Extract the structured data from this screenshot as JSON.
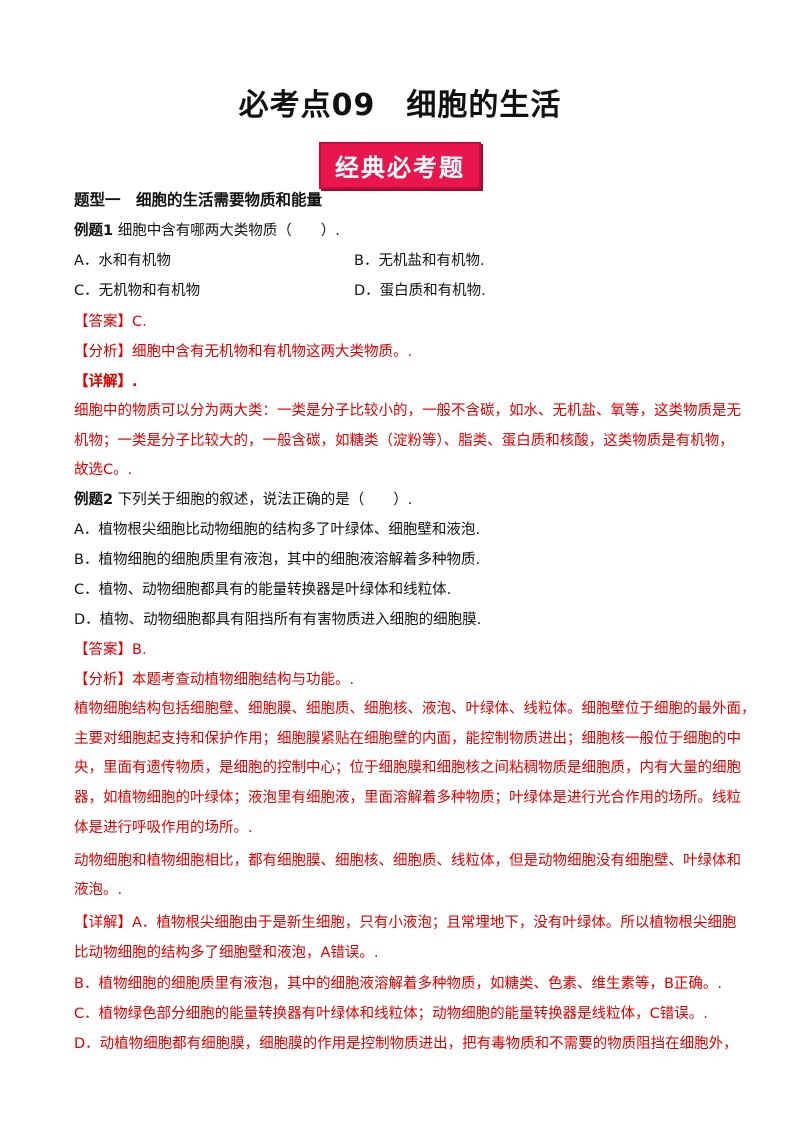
{
  "title": "必考点09　细胞的生活",
  "banner": "经典必考题",
  "section1": "题型一　细胞的生活需要物质和能量",
  "ex1": {
    "label": "例题1",
    "question": " 细胞中含有哪两大类物质（　　）.",
    "optA": "A．水和有机物",
    "optB": "B．无机盐和有机物.",
    "optC": "C．无机物和有机物",
    "optD": "D．蛋白质和有机物.",
    "answer": "【答案】C.",
    "analysis": "【分析】细胞中含有无机物和有机物这两大类物质。.",
    "detail_label": "【详解】.",
    "detail_lines": [
      "细胞中的物质可以分为两大类：一类是分子比较小的，一般不含碳，如水、无机盐、氧等，这类物质是无",
      "机物；一类是分子比较大的，一般含碳，如糖类（淀粉等）、脂类、蛋白质和核酸，这类物质是有机物，",
      "故选C。."
    ]
  },
  "ex2": {
    "label": "例题2",
    "question": " 下列关于细胞的叙述，说法正确的是（　　）.",
    "optA": "A．植物根尖细胞比动物细胞的结构多了叶绿体、细胞壁和液泡.",
    "optB": "B．植物细胞的细胞质里有液泡，其中的细胞液溶解着多种物质.",
    "optC": "C．植物、动物细胞都具有的能量转换器是叶绿体和线粒体.",
    "optD": "D．植物、动物细胞都具有阻挡所有有害物质进入细胞的细胞膜.",
    "answer": "【答案】B.",
    "analysis": "【分析】本题考查动植物细胞结构与功能。.",
    "analysis_lines": [
      "植物细胞结构包括细胞壁、细胞膜、细胞质、细胞核、液泡、叶绿体、线粒体。细胞壁位于细胞的最外面，",
      "主要对细胞起支持和保护作用；细胞膜紧贴在细胞壁的内面，能控制物质进出；细胞核一般位于细胞的中",
      "央，里面有遗传物质，是细胞的控制中心；位于细胞膜和细胞核之间粘稠物质是细胞质，内有大量的细胞",
      "器，如植物细胞的叶绿体；液泡里有细胞液，里面溶解着多种物质；叶绿体是进行光合作用的场所。线粒",
      "体是进行呼吸作用的场所。.",
      "动物细胞和植物细胞相比，都有细胞膜、细胞核、细胞质、线粒体，但是动物细胞没有细胞壁、叶绿体和",
      "液泡。."
    ],
    "detail_lines": [
      "【详解】A．植物根尖细胞由于是新生细胞，只有小液泡；且常埋地下，没有叶绿体。所以植物根尖细胞",
      "比动物细胞的结构多了细胞壁和液泡，A错误。.",
      "B．植物细胞的细胞质里有液泡，其中的细胞液溶解着多种物质，如糖类、色素、维生素等，B正确。.",
      "C．植物绿色部分细胞的能量转换器有叶绿体和线粒体；动物细胞的能量转换器是线粒体，C错误。.",
      "D．动植物细胞都有细胞膜，细胞膜的作用是控制物质进出，把有毒物质和不需要的物质阻挡在细胞外，"
    ]
  }
}
